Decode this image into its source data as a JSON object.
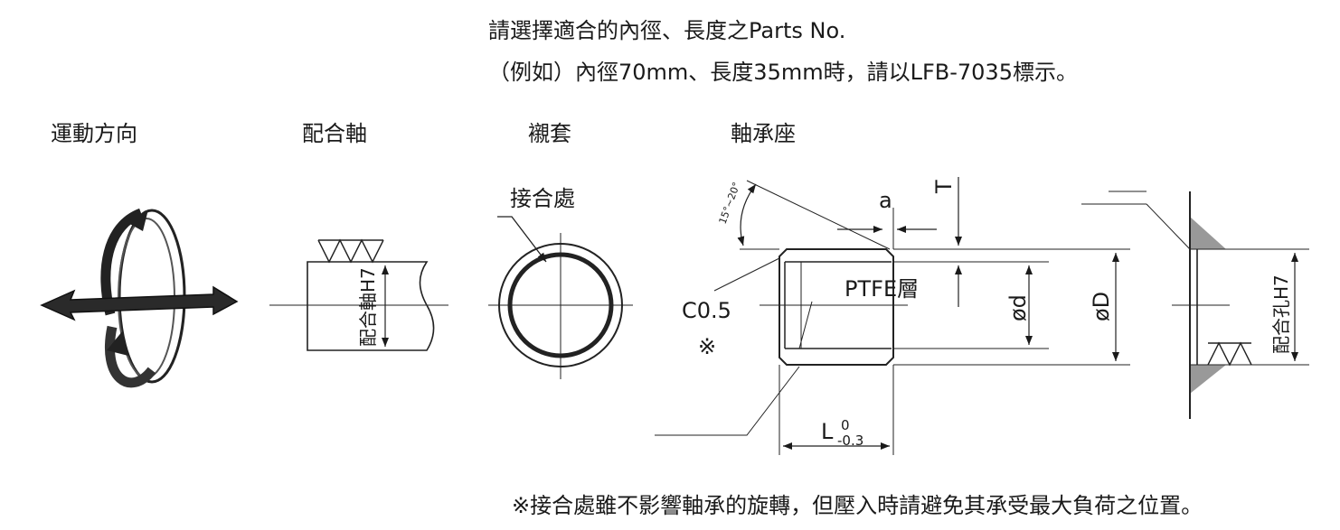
{
  "header": {
    "line1": "請選擇適合的內徑、長度之Parts No.",
    "line2": "（例如）內徑70mm、長度35mm時，請以LFB-7035標示。"
  },
  "labels": {
    "motion": "運動方向",
    "shaft": "配合軸",
    "bushing": "襯套",
    "housing": "軸承座"
  },
  "diagram": {
    "joint": "接合處",
    "shaft_tol": "配合軸H7",
    "angle": "15°~20°",
    "dim_a": "a",
    "dim_T": "T",
    "ptfe": "PTFE層",
    "chamfer": "C0.5",
    "chamfer_mark": "※",
    "dim_d": "ød",
    "dim_D": "øD",
    "dim_L": "L",
    "L_upper": "0",
    "L_lower": "-0.3",
    "hole_tol": "配合孔H7"
  },
  "footnote": "※接合處雖不影響軸承的旋轉，但壓入時請避免其承受最大負荷之位置。"
}
